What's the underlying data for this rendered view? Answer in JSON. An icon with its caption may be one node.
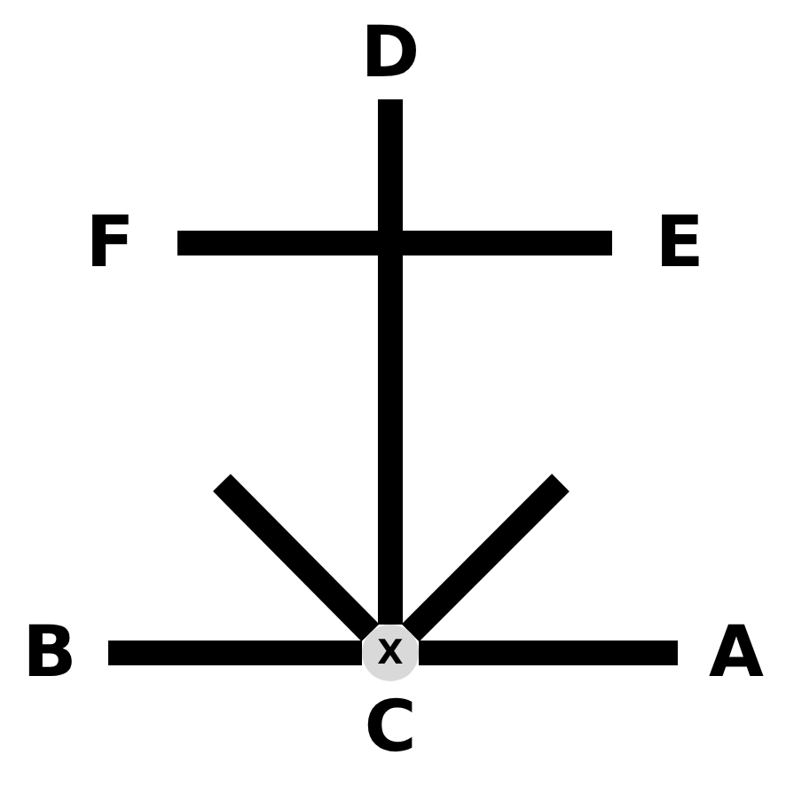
{
  "diagram": {
    "nodes": [
      {
        "text": [
          "D"
        ]
      },
      {
        "text": [
          "F"
        ]
      },
      {
        "text": [
          "E"
        ]
      },
      {
        "text": [
          "X"
        ],
        "beside": [
          "C"
        ]
      },
      {
        "text": [
          "B"
        ]
      },
      {
        "text": [
          "A"
        ]
      }
    ],
    "edges": [
      {
        "from": 0,
        "to": 3,
        "arrow": "none"
      },
      {
        "from": 1,
        "to": 2,
        "arrow": "none"
      },
      {
        "from": 4,
        "to": 3,
        "arrow": "none"
      },
      {
        "from": 3,
        "to": 5,
        "arrow": "none"
      },
      {
        "from": 3,
        "to": null,
        "arrow": "none"
      },
      {
        "from": 3,
        "to": null,
        "arrow": "none"
      }
    ]
  }
}
